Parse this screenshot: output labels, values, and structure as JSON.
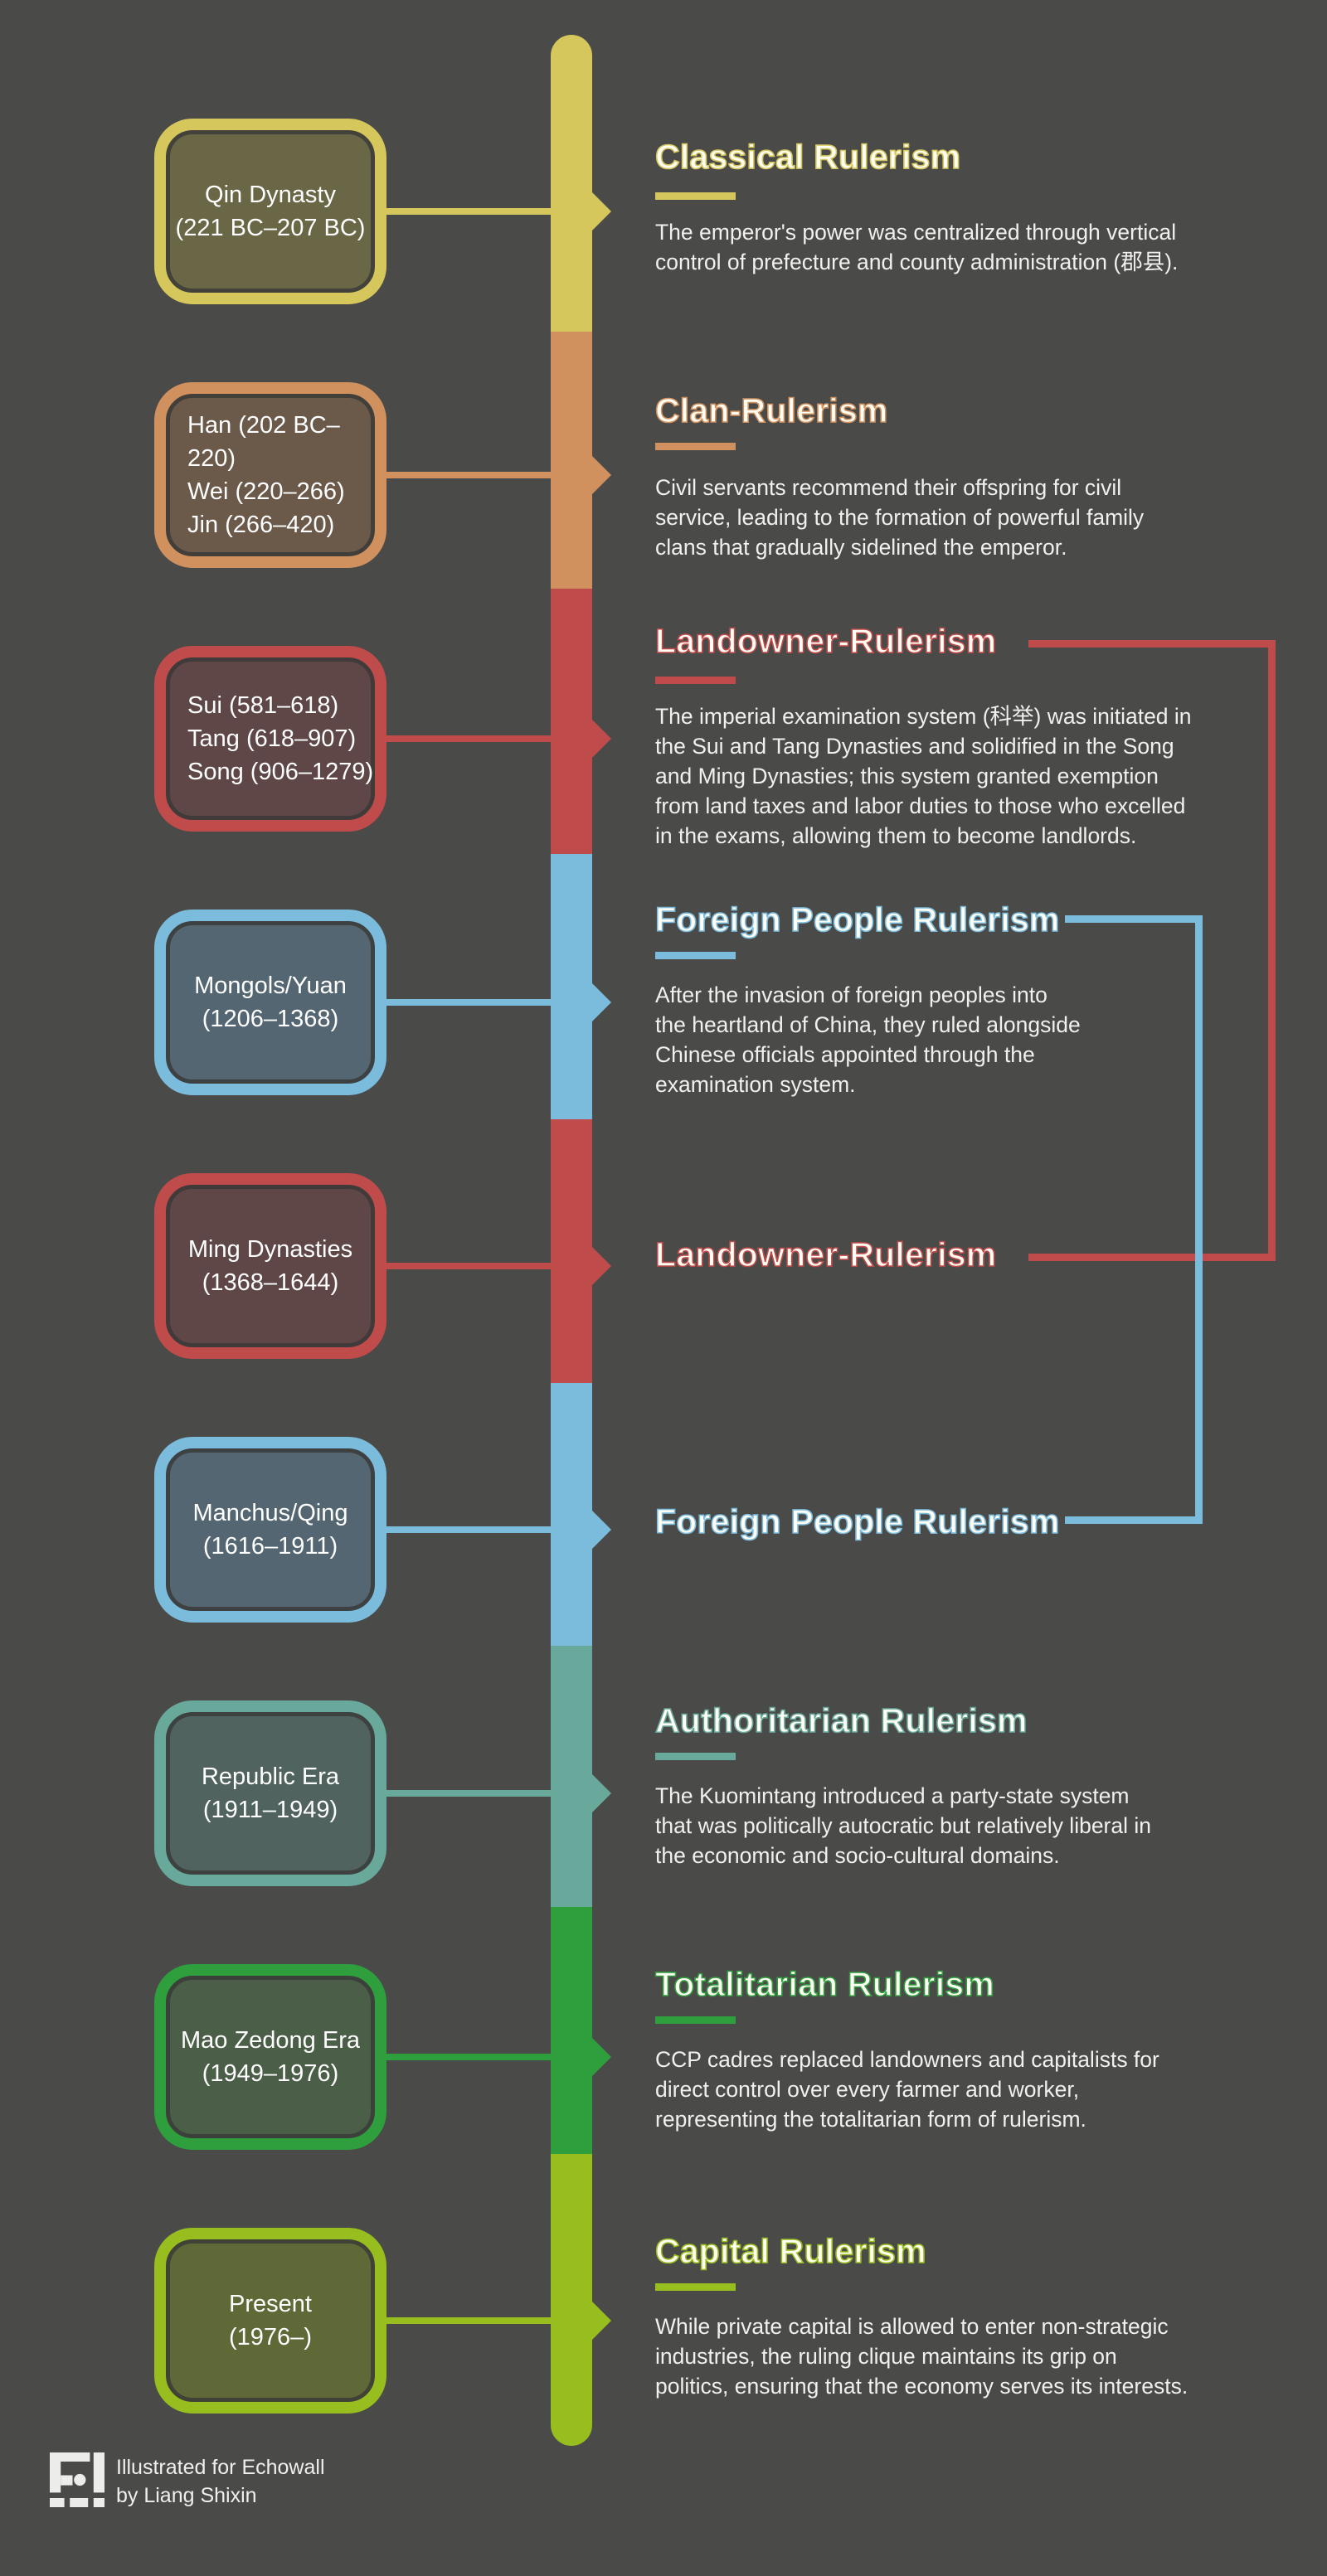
{
  "page": {
    "background": "#4a4a49",
    "credit": {
      "line1": "Illustrated for Echowall",
      "line2": "by Liang Shixin"
    }
  },
  "rows": [
    {
      "era": "Qin Dynasty\n(221 BC–207 BC)",
      "title": "Classical Rulerism",
      "body": "The emperor's power was centralized through vertical\ncontrol of prefecture and county administration (郡县).",
      "accent": "#d5c75c",
      "box_fill": "#6a6746"
    },
    {
      "era": "Han (202 BC–220)\nWei (220–266)\nJin (266–420)",
      "title": "Clan-Rulerism",
      "body": "Civil servants recommend their offspring for civil\nservice, leading to the formation of powerful family\nclans that gradually sidelined the emperor.",
      "accent": "#d0915f",
      "box_fill": "#6b594a"
    },
    {
      "era": "Sui (581–618)\nTang (618–907)\nSong (906–1279)",
      "title": "Landowner-Rulerism",
      "body": "The imperial examination system (科举) was initiated in\nthe Sui and Tang Dynasties and solidified in the Song\nand Ming Dynasties; this system granted exemption\nfrom land taxes and labor duties to those who excelled\nin the exams, allowing them to become landlords.",
      "accent": "#c04b4b",
      "box_fill": "#5f4747"
    },
    {
      "era": "Mongols/Yuan\n(1206–1368)",
      "title": "Foreign People Rulerism",
      "body": "After the invasion of foreign peoples into\nthe heartland of China, they ruled alongside\nChinese officials appointed through the\nexamination system.",
      "accent": "#7bbcdc",
      "box_fill": "#536671"
    },
    {
      "era": "Ming Dynasties\n(1368–1644)",
      "title": "Landowner-Rulerism",
      "body": "",
      "accent": "#c04b4b",
      "box_fill": "#5f4747"
    },
    {
      "era": "Manchus/Qing\n(1616–1911)",
      "title": "Foreign People Rulerism",
      "body": "",
      "accent": "#7bbcdc",
      "box_fill": "#536671"
    },
    {
      "era": "Republic Era\n(1911–1949)",
      "title": "Authoritarian Rulerism",
      "body": "The Kuomintang introduced a party-state system\nthat was politically autocratic but relatively liberal in\nthe economic and socio-cultural domains.",
      "accent": "#68a99c",
      "box_fill": "#50635e"
    },
    {
      "era": "Mao Zedong Era\n(1949–1976)",
      "title": "Totalitarian Rulerism",
      "body": "CCP cadres replaced landowners and capitalists for\ndirect control over every farmer and worker,\nrepresenting the totalitarian form of rulerism.",
      "accent": "#2f9e3d",
      "box_fill": "#4b5f48"
    },
    {
      "era": "Present\n(1976–)",
      "title": "Capital Rulerism",
      "body": "While private capital is allowed to enter non-strategic\nindustries, the ruling clique maintains its grip on\npolitics, ensuring that the economy serves its interests.",
      "accent": "#97be1e",
      "box_fill": "#5f6938"
    }
  ]
}
